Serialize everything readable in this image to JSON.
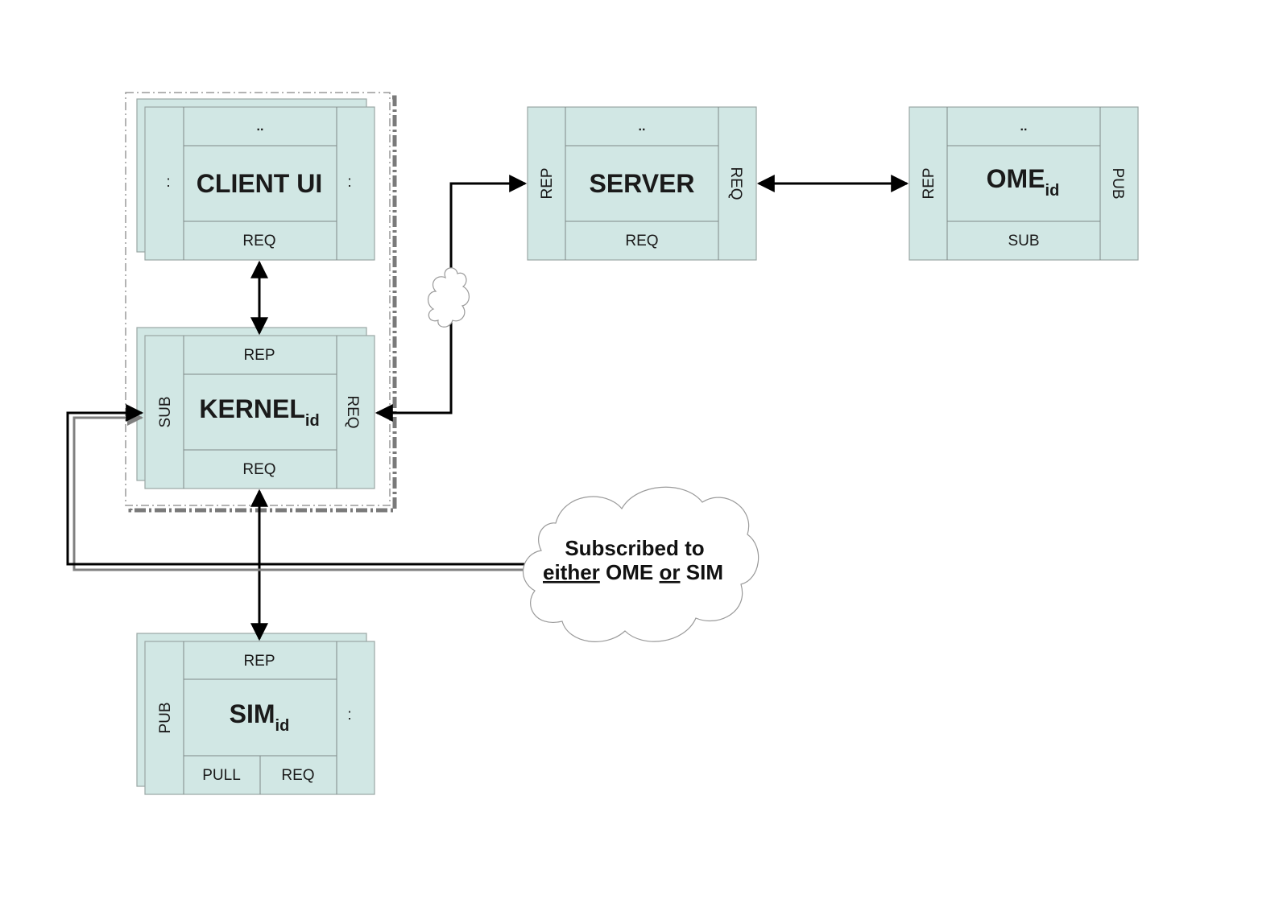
{
  "client_ui": {
    "title": "CLIENT UI",
    "top": "..",
    "left": ":",
    "right": ":",
    "bottom": "REQ"
  },
  "kernel": {
    "title": "KERNEL",
    "subscript": "id",
    "top": "REP",
    "left": "SUB",
    "right": "REQ",
    "bottom": "REQ"
  },
  "sim": {
    "title": "SIM",
    "subscript": "id",
    "top": "REP",
    "left": "PUB",
    "right": ":",
    "bottom_left": "PULL",
    "bottom_right": "REQ"
  },
  "server": {
    "title": "SERVER",
    "top": "..",
    "left": "REP",
    "right": "REQ",
    "bottom": "REQ"
  },
  "ome": {
    "title": "OME",
    "subscript": "id",
    "top": "..",
    "left": "REP",
    "right": "PUB",
    "bottom": "SUB"
  },
  "note": {
    "line1": "Subscribed to",
    "w_either": "either",
    "w_ome": "OME",
    "w_or": "or",
    "w_sim": "SIM"
  }
}
